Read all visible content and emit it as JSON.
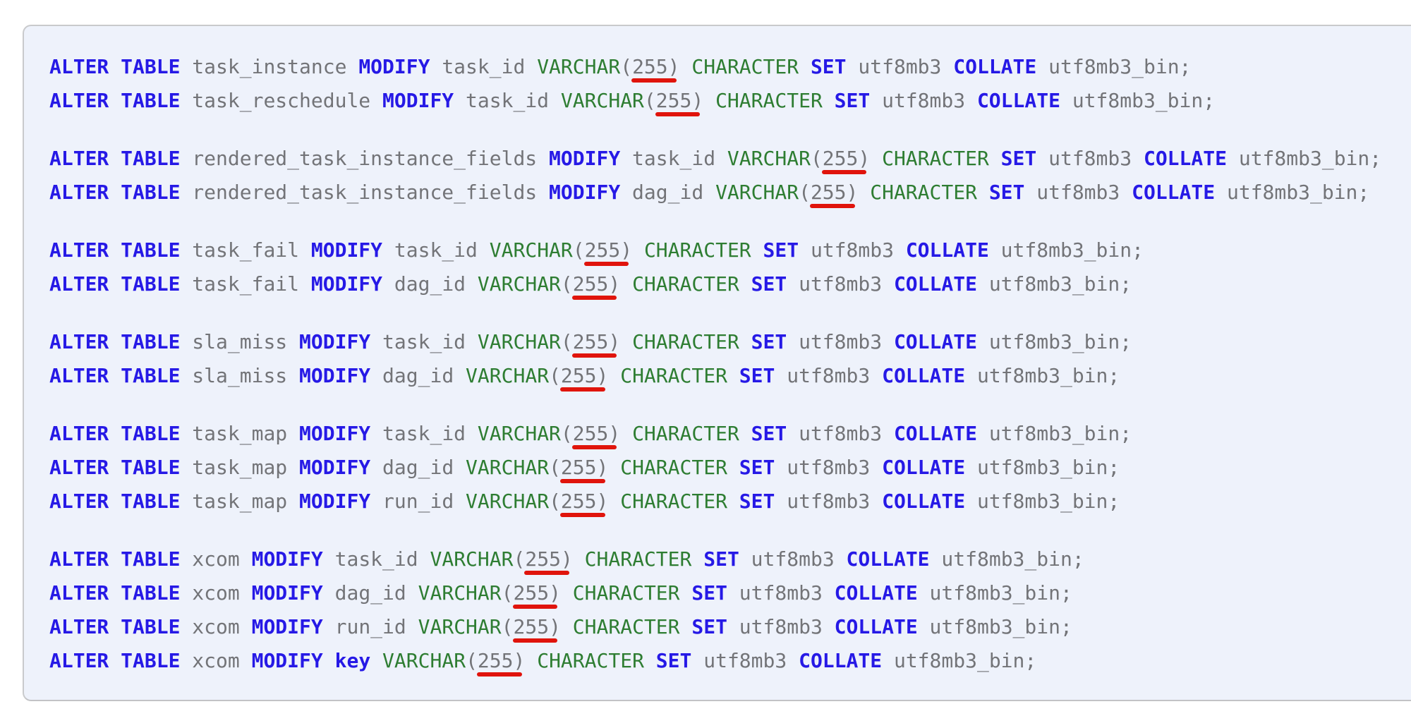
{
  "page": {
    "background": "#ffffff"
  },
  "code_block": {
    "background": "#eef2fb",
    "border_color": "#c9cacc",
    "syntax_colors": {
      "keyword": "#2619e6",
      "type": "#2e7d32",
      "identifier": "#737478",
      "number": "#737478",
      "error_underline": "#e0140c"
    },
    "tokens": {
      "alter_table": "ALTER TABLE",
      "modify": "MODIFY",
      "varchar": "VARCHAR",
      "paren_open": "(",
      "length": "255",
      "paren_close": ")",
      "character": "CHARACTER",
      "set": "SET",
      "charset": "utf8mb3",
      "collate": "COLLATE",
      "collation": "utf8mb3_bin",
      "semicolon": ";"
    },
    "groups": [
      {
        "statements": [
          {
            "table": "task_instance",
            "column": "task_id",
            "column_is_keyword": false
          },
          {
            "table": "task_reschedule",
            "column": "task_id",
            "column_is_keyword": false
          }
        ]
      },
      {
        "statements": [
          {
            "table": "rendered_task_instance_fields",
            "column": "task_id",
            "column_is_keyword": false
          },
          {
            "table": "rendered_task_instance_fields",
            "column": "dag_id",
            "column_is_keyword": false
          }
        ]
      },
      {
        "statements": [
          {
            "table": "task_fail",
            "column": "task_id",
            "column_is_keyword": false
          },
          {
            "table": "task_fail",
            "column": "dag_id",
            "column_is_keyword": false
          }
        ]
      },
      {
        "statements": [
          {
            "table": "sla_miss",
            "column": "task_id",
            "column_is_keyword": false
          },
          {
            "table": "sla_miss",
            "column": "dag_id",
            "column_is_keyword": false
          }
        ]
      },
      {
        "statements": [
          {
            "table": "task_map",
            "column": "task_id",
            "column_is_keyword": false
          },
          {
            "table": "task_map",
            "column": "dag_id",
            "column_is_keyword": false
          },
          {
            "table": "task_map",
            "column": "run_id",
            "column_is_keyword": false
          }
        ]
      },
      {
        "statements": [
          {
            "table": "xcom",
            "column": "task_id",
            "column_is_keyword": false
          },
          {
            "table": "xcom",
            "column": "dag_id",
            "column_is_keyword": false
          },
          {
            "table": "xcom",
            "column": "run_id",
            "column_is_keyword": false
          },
          {
            "table": "xcom",
            "column": "key",
            "column_is_keyword": true
          }
        ]
      }
    ]
  }
}
